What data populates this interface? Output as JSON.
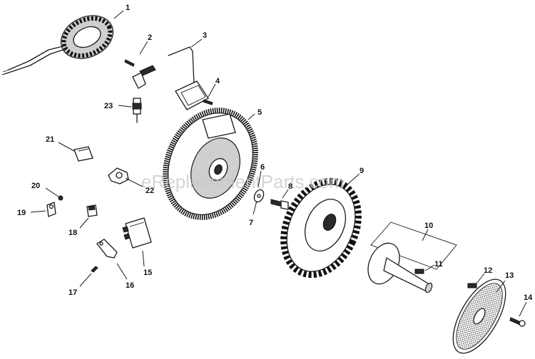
{
  "watermark": "eReplacementParts.com",
  "callouts": [
    "1",
    "2",
    "3",
    "4",
    "5",
    "6",
    "7",
    "8",
    "9",
    "10",
    "11",
    "12",
    "13",
    "14",
    "15",
    "16",
    "17",
    "18",
    "19",
    "20",
    "21",
    "22",
    "23"
  ]
}
